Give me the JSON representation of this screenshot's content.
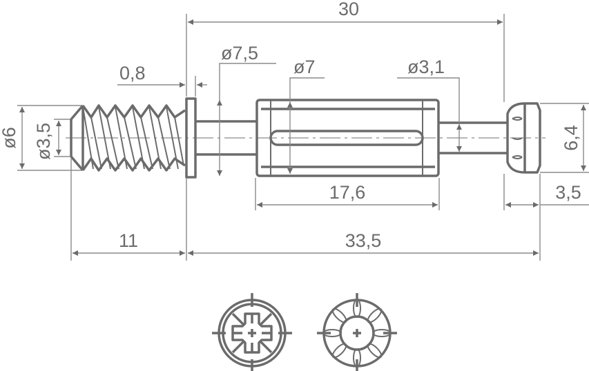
{
  "drawing": {
    "dimensions": {
      "overall_sleeve_to_head": "30",
      "flange_dia": "ø7,5",
      "sleeve_dia": "ø7",
      "shaft_dia": "ø3,1",
      "flange_thickness": "0,8",
      "thread_dia": "ø6",
      "thread_core_dia": "ø3,5",
      "head_dia": "6,4",
      "sleeve_length": "17,6",
      "head_length": "3,5",
      "thread_length": "11",
      "total_length": "33,5"
    },
    "views": [
      "pozidriv-drive-end-view",
      "ribbed-head-end-view"
    ]
  }
}
